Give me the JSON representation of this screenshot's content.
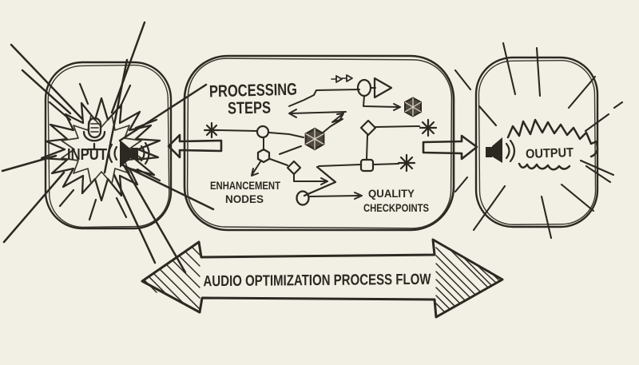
{
  "input": {
    "label": "INPUT"
  },
  "processing": {
    "title_line1": "PROCESSING",
    "title_line2": "STEPS",
    "enhancement_line1": "ENHANCEMENT",
    "enhancement_line2": "NODES",
    "quality_line1": "QUALITY",
    "quality_line2": "CHECKPOINTS"
  },
  "output": {
    "label": "OUTPUT"
  },
  "banner": {
    "label": "AUDIO OPTIMIZATION PROCESS FLOW"
  },
  "icons": {
    "input_microphone": "microphone-icon",
    "input_speaker": "speaker-icon",
    "output_speaker": "speaker-icon",
    "starburst": "noise-starburst",
    "shine": "clean-signal-rays"
  },
  "colors": {
    "background": "#f2efe4",
    "ink": "#2c2822",
    "node_fill": "#4f4940"
  }
}
